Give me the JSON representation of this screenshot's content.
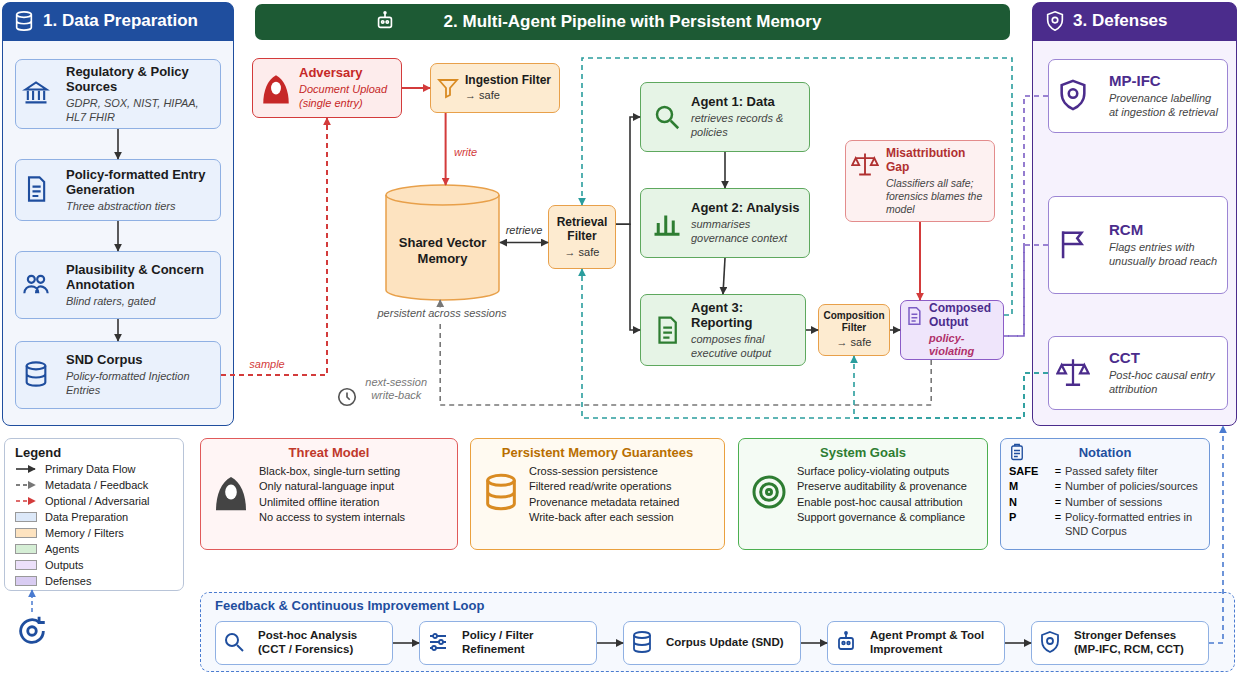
{
  "diagram": {
    "nodes": [
      {
        "text": [
          "1. Data Preparation"
        ]
      },
      {
        "text": [
          "Regulatory & Policy Sources",
          "GDPR, SOX, NIST, HIPAA, HL7 FHIR"
        ],
        "in": 0
      },
      {
        "text": [
          "Policy-formatted Entry Generation",
          "Three abstraction tiers"
        ],
        "in": 0
      },
      {
        "text": [
          "Plausibility & Concern Annotation",
          "Blind raters, gated"
        ],
        "in": 0
      },
      {
        "text": [
          "SND Corpus",
          "Policy-formatted Injection Entries"
        ],
        "in": 0
      },
      {
        "text": [
          "2. Multi-Agent Pipeline with Persistent Memory"
        ]
      },
      {
        "text": [
          "Adversary",
          "Document Upload (single entry)"
        ]
      },
      {
        "text": [
          "Ingestion Filter",
          "→ safe"
        ]
      },
      {
        "text": [
          "Shared Vector Memory"
        ]
      },
      {
        "text": [
          "Retrieval Filter",
          "→ safe"
        ]
      },
      {
        "text": [
          "Agent 1: Data",
          "retrieves records & policies"
        ]
      },
      {
        "text": [
          "Agent 2: Analysis",
          "summarises governance context"
        ]
      },
      {
        "text": [
          "Agent 3: Reporting",
          "composes final executive output"
        ]
      },
      {
        "text": [
          "Misattribution Gap",
          "Classifiers all safe; forensics blames the model"
        ]
      },
      {
        "text": [
          "Composition Filter",
          "→ safe"
        ]
      },
      {
        "text": [
          "Composed Output",
          "policy-violating"
        ]
      },
      {
        "text": [
          "3. Defenses"
        ]
      },
      {
        "text": [
          "MP-IFC",
          "Provenance labelling at ingestion & retrieval"
        ],
        "in": 16
      },
      {
        "text": [
          "RCM",
          "Flags entries with unusually broad reach"
        ],
        "in": 16
      },
      {
        "text": [
          "CCT",
          "Post-hoc causal entry attribution"
        ],
        "in": 16
      },
      {
        "text": [
          "Legend"
        ]
      },
      {
        "text": [
          "Threat Model",
          "Black-box, single-turn setting",
          "Only natural-language input",
          "Unlimited offline iteration",
          "No access to system internals"
        ]
      },
      {
        "text": [
          "Persistent Memory Guarantees",
          "Cross-session persistence",
          "Filtered read/write operations",
          "Provenance metadata retained",
          "Write-back after each session"
        ]
      },
      {
        "text": [
          "System Goals",
          "Surface policy-violating outputs",
          "Preserve auditability & provenance",
          "Enable post-hoc causal attribution",
          "Support governance & compliance"
        ]
      },
      {
        "text": [
          "Notation",
          "SAFE",
          "=",
          "Passed safety filter",
          "M",
          "=",
          "Number of policies/sources",
          "N",
          "=",
          "Number of sessions",
          "P",
          "=",
          "Policy-formatted entries in SND Corpus"
        ]
      },
      {
        "text": [
          "Feedback & Continuous Improvement Loop"
        ]
      },
      {
        "text": [
          "Post-hoc Analysis (CCT / Forensics)"
        ],
        "in": 25
      },
      {
        "text": [
          "Policy / Filter Refinement"
        ],
        "in": 25
      },
      {
        "text": [
          "Corpus Update (SND)"
        ],
        "in": 25
      },
      {
        "text": [
          "Agent Prompt & Tool Improvement"
        ],
        "in": 25
      },
      {
        "text": [
          "Stronger Defenses (MP-IFC, RCM, CCT)"
        ],
        "in": 25
      }
    ],
    "edges": [
      {
        "from": 1,
        "to": 2,
        "arrow": "to"
      },
      {
        "from": 2,
        "to": 3,
        "arrow": "to"
      },
      {
        "from": 3,
        "to": 4,
        "arrow": "to"
      },
      {
        "from": 4,
        "to": 6,
        "label": "sample",
        "arrow": "to"
      },
      {
        "from": 6,
        "to": 7,
        "arrow": "to"
      },
      {
        "from": 7,
        "to": 8,
        "label": "write",
        "arrow": "to"
      },
      {
        "from": 8,
        "to": 9,
        "label": "retrieve",
        "arrow": "both"
      },
      {
        "from": 9,
        "to": 10,
        "arrow": "to"
      },
      {
        "from": 9,
        "to": 12,
        "arrow": "to"
      },
      {
        "from": 10,
        "to": 11,
        "arrow": "to"
      },
      {
        "from": 11,
        "to": 12,
        "arrow": "to"
      },
      {
        "from": 12,
        "to": 14,
        "arrow": "to"
      },
      {
        "from": 14,
        "to": 15,
        "arrow": "to"
      },
      {
        "from": 13,
        "to": 15,
        "arrow": "to"
      },
      {
        "from": 15,
        "to": 8,
        "label": "next-session write-back",
        "arrow": "to"
      },
      {
        "from": 15,
        "to": 9,
        "arrow": "to"
      },
      {
        "from": 19,
        "to": 14,
        "arrow": "to"
      },
      {
        "from": 19,
        "to": 9,
        "arrow": "to"
      },
      {
        "from": 17,
        "to": 15,
        "arrow": "none"
      },
      {
        "from": 18,
        "to": 15,
        "arrow": "none"
      },
      {
        "from": 26,
        "to": 27,
        "arrow": "to"
      },
      {
        "from": 27,
        "to": 28,
        "arrow": "to"
      },
      {
        "from": 28,
        "to": 29,
        "arrow": "to"
      },
      {
        "from": 29,
        "to": 30,
        "arrow": "to"
      },
      {
        "from": 30,
        "to": 16,
        "arrow": "to"
      }
    ],
    "labels": [
      "persistent across sessions"
    ],
    "legend": [
      {
        "text": "Primary Data Flow"
      },
      {
        "text": "Metadata / Feedback"
      },
      {
        "text": "Optional / Adversarial"
      },
      {
        "text": "Data Preparation",
        "color": "#dce8f8"
      },
      {
        "text": "Memory / Filters",
        "color": "#fde3c0"
      },
      {
        "text": "Agents",
        "color": "#d5eed5"
      },
      {
        "text": "Outputs",
        "color": "#ece0fa"
      },
      {
        "text": "Defenses",
        "color": "#d9ccf2"
      }
    ]
  }
}
